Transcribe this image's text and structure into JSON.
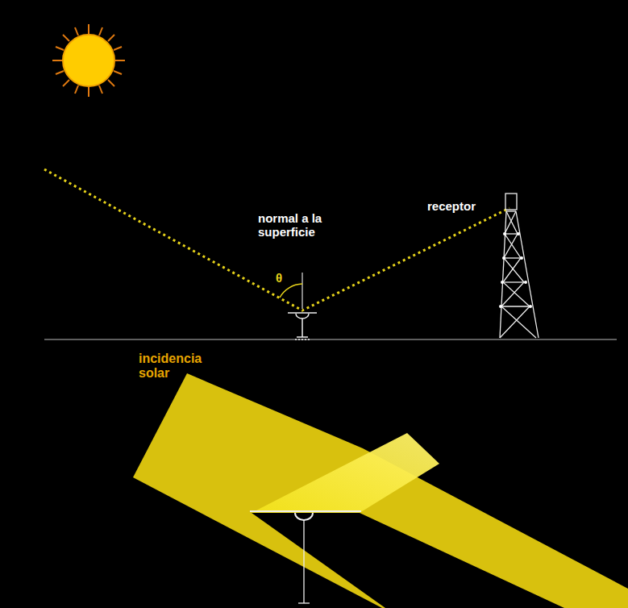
{
  "diagram": {
    "labels": [
      "normal a la superficie",
      "receptor",
      "θ",
      "incidencia solar"
    ]
  }
}
